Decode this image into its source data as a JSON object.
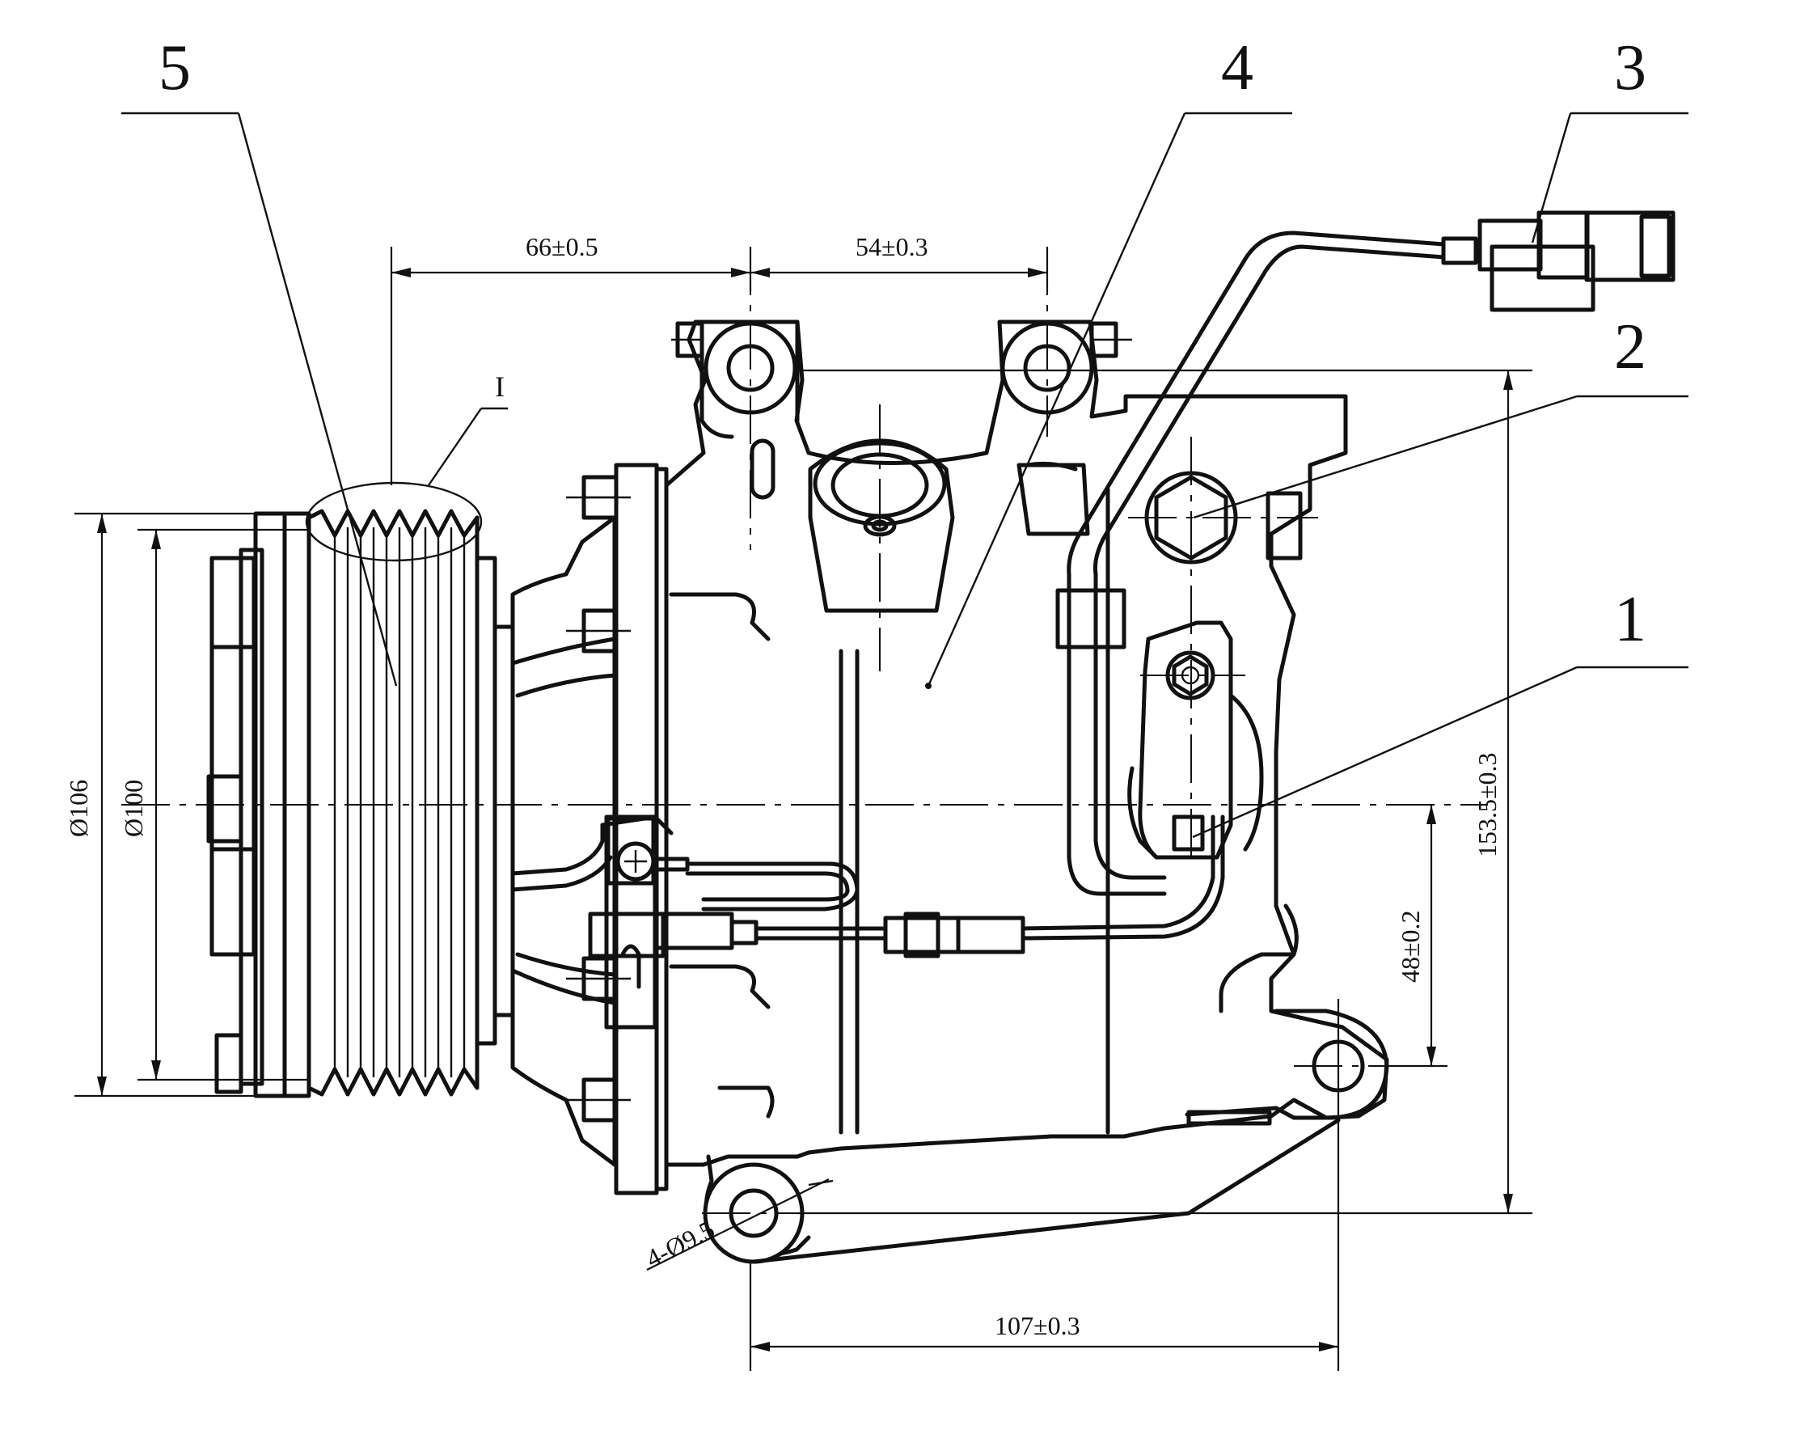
{
  "callouts": {
    "c1": "1",
    "c2": "2",
    "c3": "3",
    "c4": "4",
    "c5": "5"
  },
  "detail_label": "I",
  "dimensions": {
    "d66": "66±0.5",
    "d54": "54±0.3",
    "d107": "107±0.3",
    "d153": "153.5±0.3",
    "d48": "48±0.2",
    "dia106": "Ø106",
    "dia100": "Ø100",
    "holes": "4-Ø9.5"
  }
}
